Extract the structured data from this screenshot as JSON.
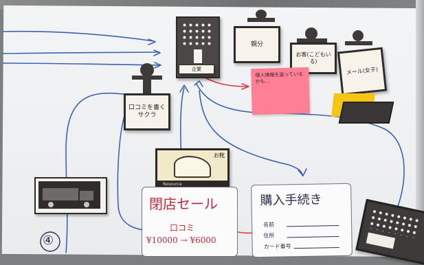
{
  "labels": {
    "company": "企業",
    "parent": "親分",
    "customer1": "お客(こどもいる)",
    "mail_girl": "メール(女子)",
    "review_writer": "口コミを書くサクラ",
    "sticky": "個人情報を盗っているかも...",
    "resource": "Resource",
    "resource_tag": "お靴",
    "sale_title": "閉店セール",
    "sale_review": "口コミ",
    "sale_price": "¥10000 → ¥6000",
    "purchase_title": "購入手続き",
    "purchase_field1": "名前",
    "purchase_field2": "住所",
    "purchase_field3": "カード番号",
    "circle_number": "④"
  },
  "colors": {
    "arrow_blue": "#3d62b0",
    "arrow_red": "#d93a4a",
    "sticky_pink": "#ff7f95",
    "board": "#f1f2f4"
  }
}
